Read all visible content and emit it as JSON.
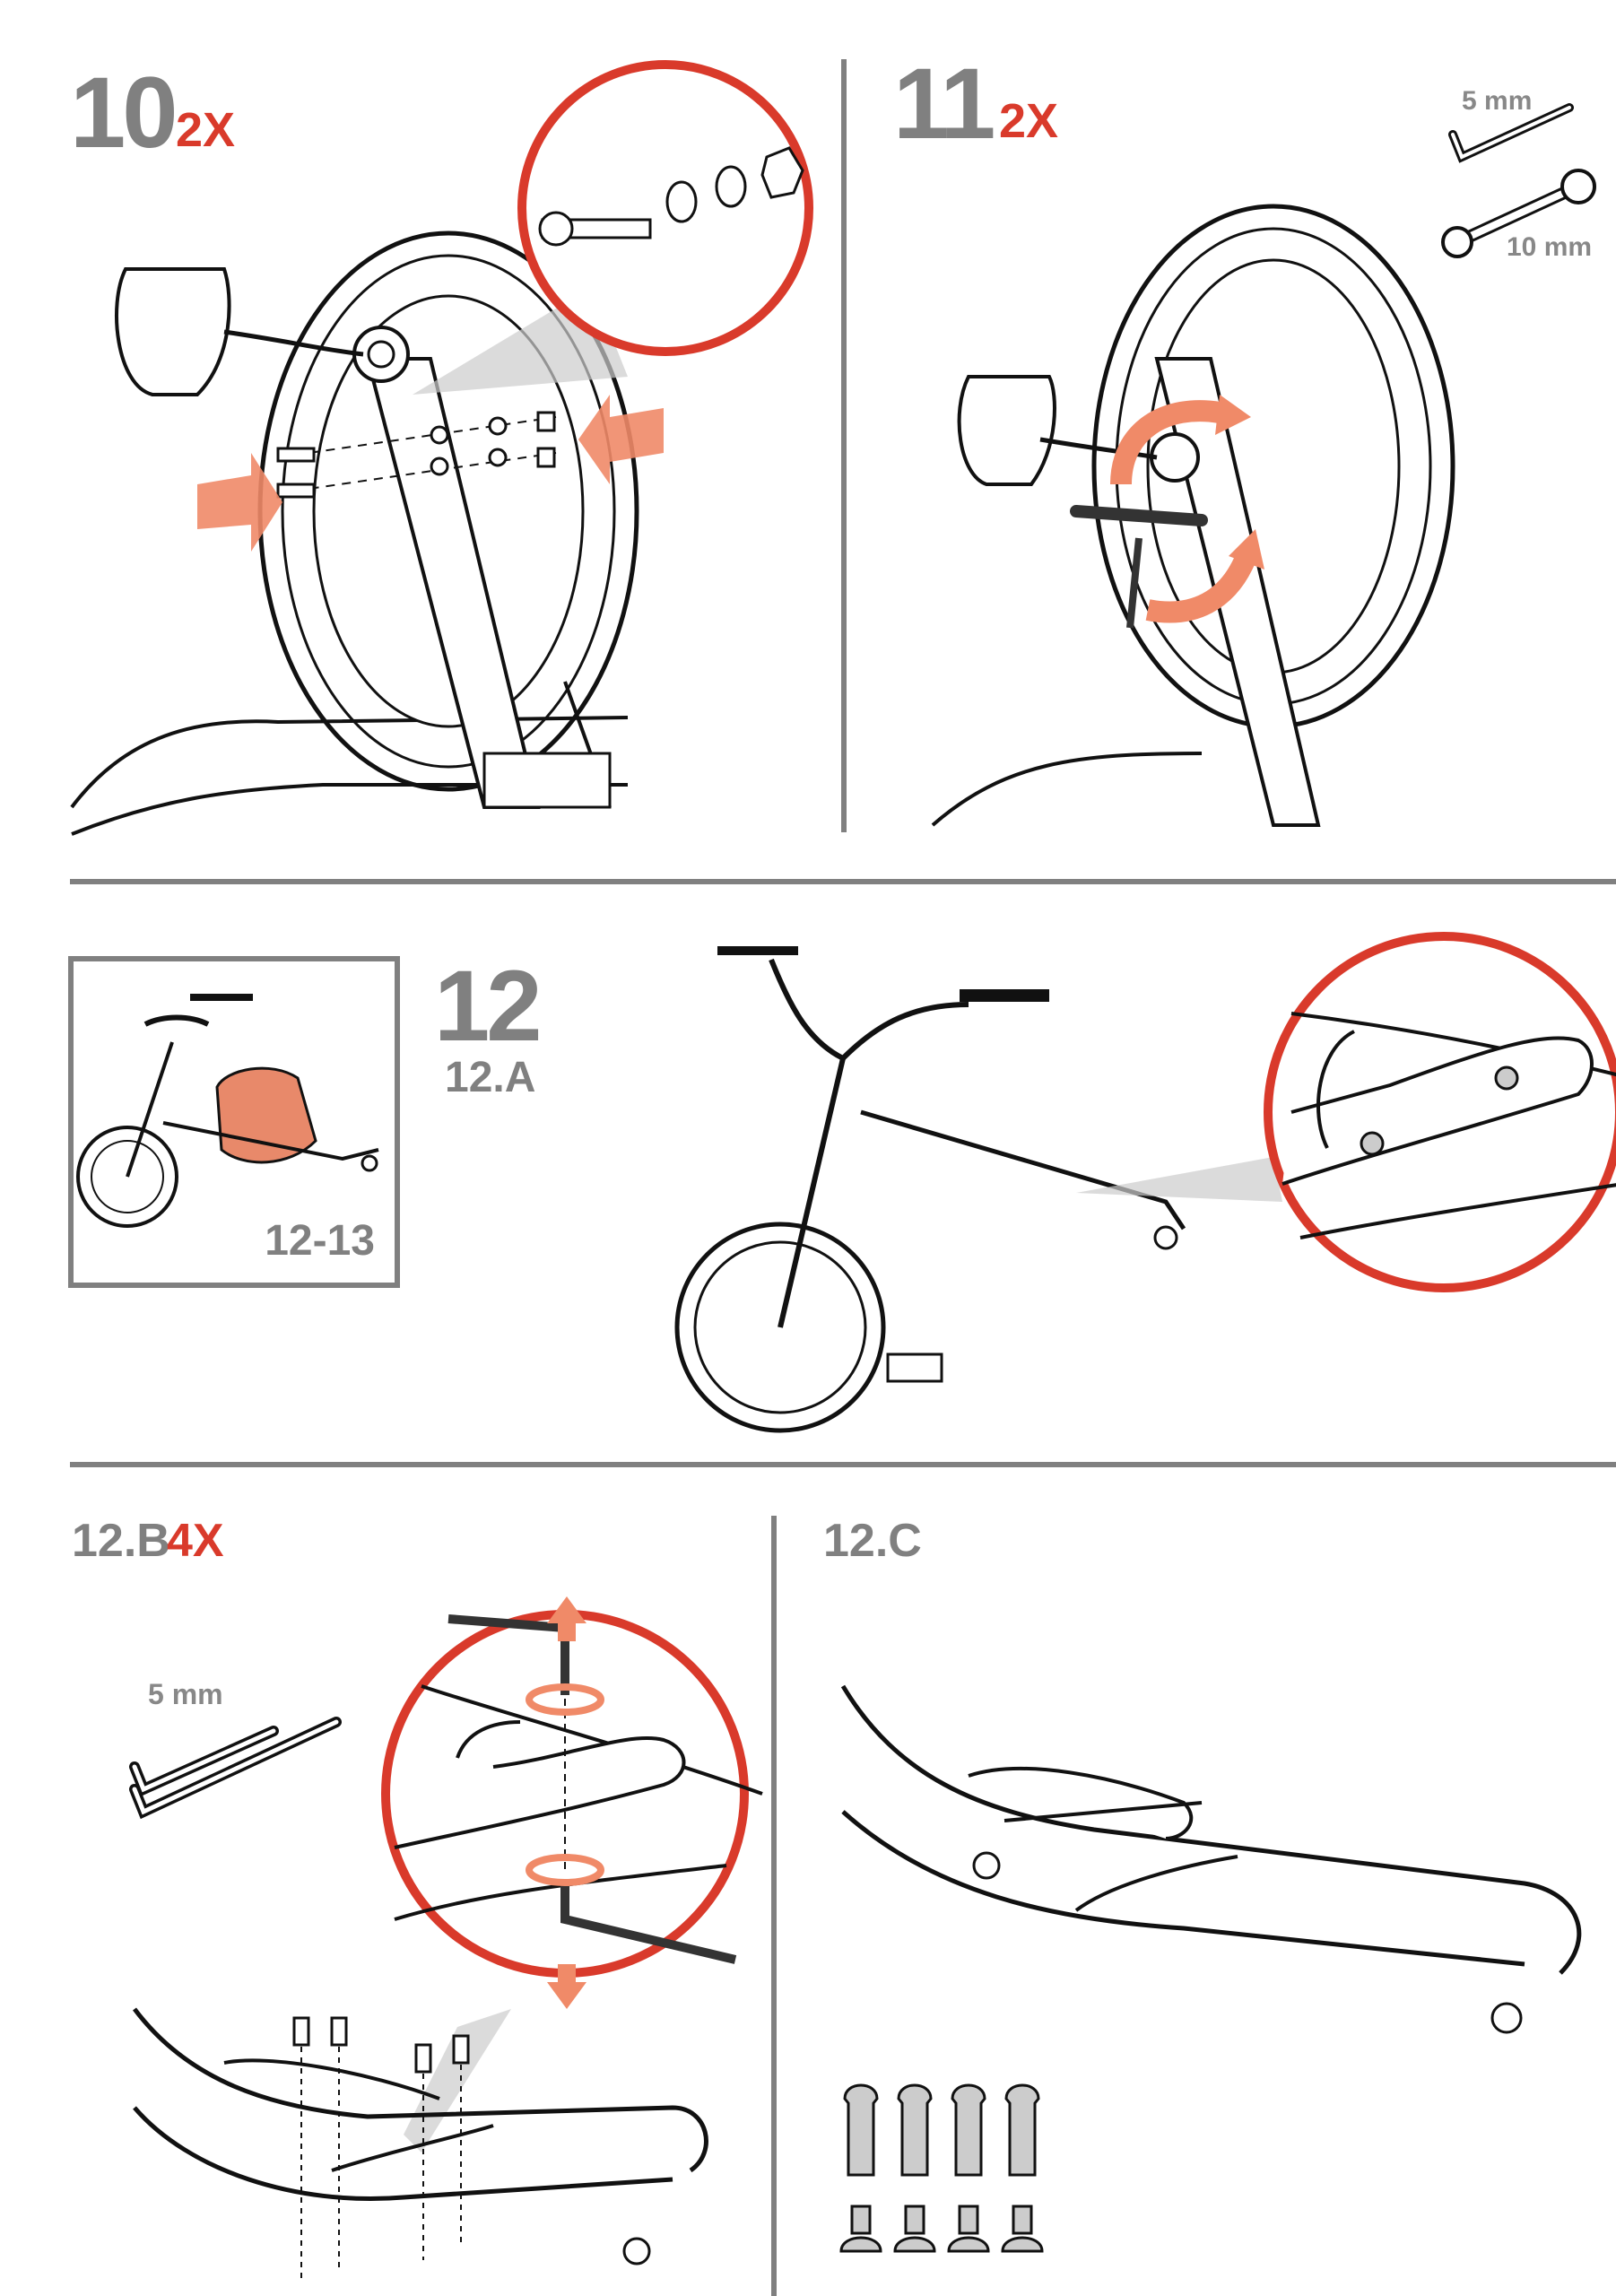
{
  "step10": {
    "number": "10",
    "qty": "2X"
  },
  "step11": {
    "number": "11",
    "qty": "2X",
    "tools": {
      "hex_key": "5 mm",
      "wrench": "10 mm"
    }
  },
  "step12": {
    "number": "12",
    "sub_a": "12.A",
    "preview_range": "12-13"
  },
  "step12b": {
    "label": "12.B",
    "qty": "4X",
    "tool": "5 mm"
  },
  "step12c": {
    "label": "12.C"
  },
  "colors": {
    "accent_red": "#d93a2b",
    "divider_grey": "#808080",
    "seat_orange": "#e8896a"
  },
  "icons": [
    "orange-push-arrow",
    "rotation-arrow",
    "hex-key",
    "open-end-wrench",
    "magnifier-circle"
  ]
}
